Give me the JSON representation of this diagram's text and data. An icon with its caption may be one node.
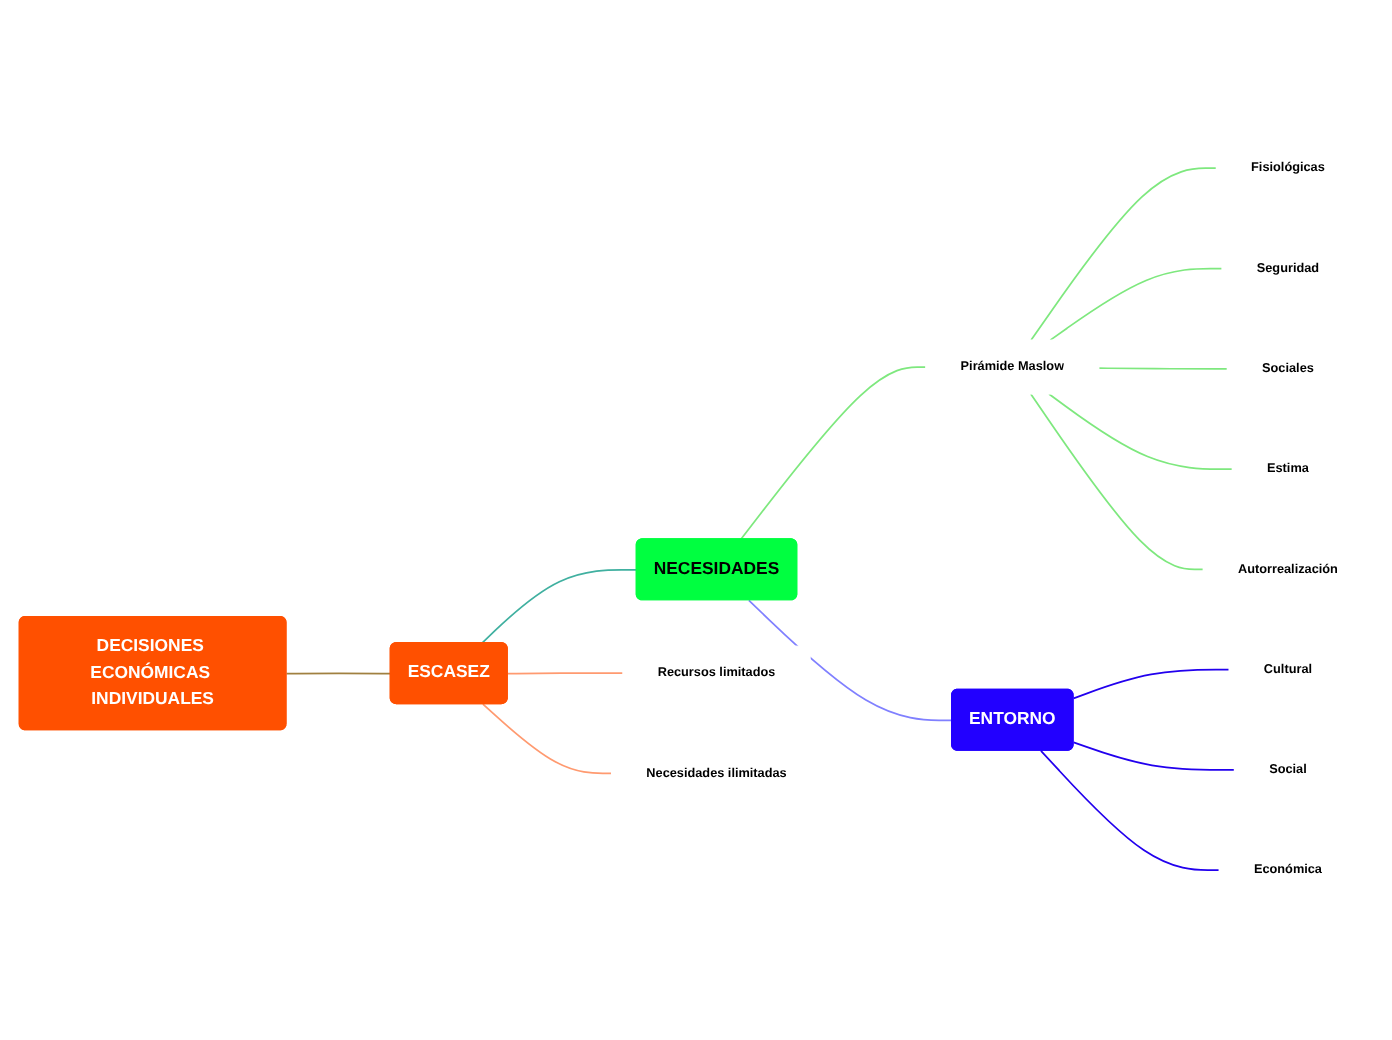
{
  "diagram": {
    "nodes": [
      {
        "text": [
          "DECISIONES ECONÓMICAS INDIVIDUALES"
        ]
      },
      {
        "text": [
          "ESCASEZ"
        ]
      },
      {
        "text": [
          "Recursos limitados"
        ]
      },
      {
        "text": [
          "Necesidades ilimitadas"
        ]
      },
      {
        "text": [
          "NECESIDADES"
        ]
      },
      {
        "text": [
          "Pirámide Maslow"
        ]
      },
      {
        "text": [
          "Fisiológicas"
        ]
      },
      {
        "text": [
          "Seguridad"
        ]
      },
      {
        "text": [
          "Sociales"
        ]
      },
      {
        "text": [
          "Estima"
        ]
      },
      {
        "text": [
          "Autorrealización"
        ]
      },
      {
        "text": [
          "ENTORNO"
        ]
      },
      {
        "text": [
          "Cultural"
        ]
      },
      {
        "text": [
          "Social"
        ]
      },
      {
        "text": [
          "Económica"
        ]
      }
    ],
    "edges": [
      {
        "from": 0,
        "to": 1,
        "arrow": "none",
        "color": "#a08040"
      },
      {
        "from": 1,
        "to": 2,
        "arrow": "none",
        "color": "#ff9a70"
      },
      {
        "from": 1,
        "to": 3,
        "arrow": "none",
        "color": "#ff9a70"
      },
      {
        "from": 1,
        "to": 4,
        "arrow": "none",
        "color": "#40b0a0"
      },
      {
        "from": 4,
        "to": 5,
        "arrow": "none"
      },
      {
        "from": 5,
        "to": 6,
        "arrow": "none"
      },
      {
        "from": 5,
        "to": 7,
        "arrow": "none"
      },
      {
        "from": 5,
        "to": 8,
        "arrow": "none"
      },
      {
        "from": 5,
        "to": 9,
        "arrow": "none"
      },
      {
        "from": 5,
        "to": 10,
        "arrow": "none"
      },
      {
        "from": 4,
        "to": 11,
        "arrow": "none",
        "color": "#8080ff"
      },
      {
        "from": 11,
        "to": 12,
        "arrow": "none",
        "color": "#2200ee"
      },
      {
        "from": 11,
        "to": 13,
        "arrow": "none",
        "color": "#2200ee"
      },
      {
        "from": 11,
        "to": 14,
        "arrow": "none",
        "color": "#2200ee"
      }
    ]
  }
}
